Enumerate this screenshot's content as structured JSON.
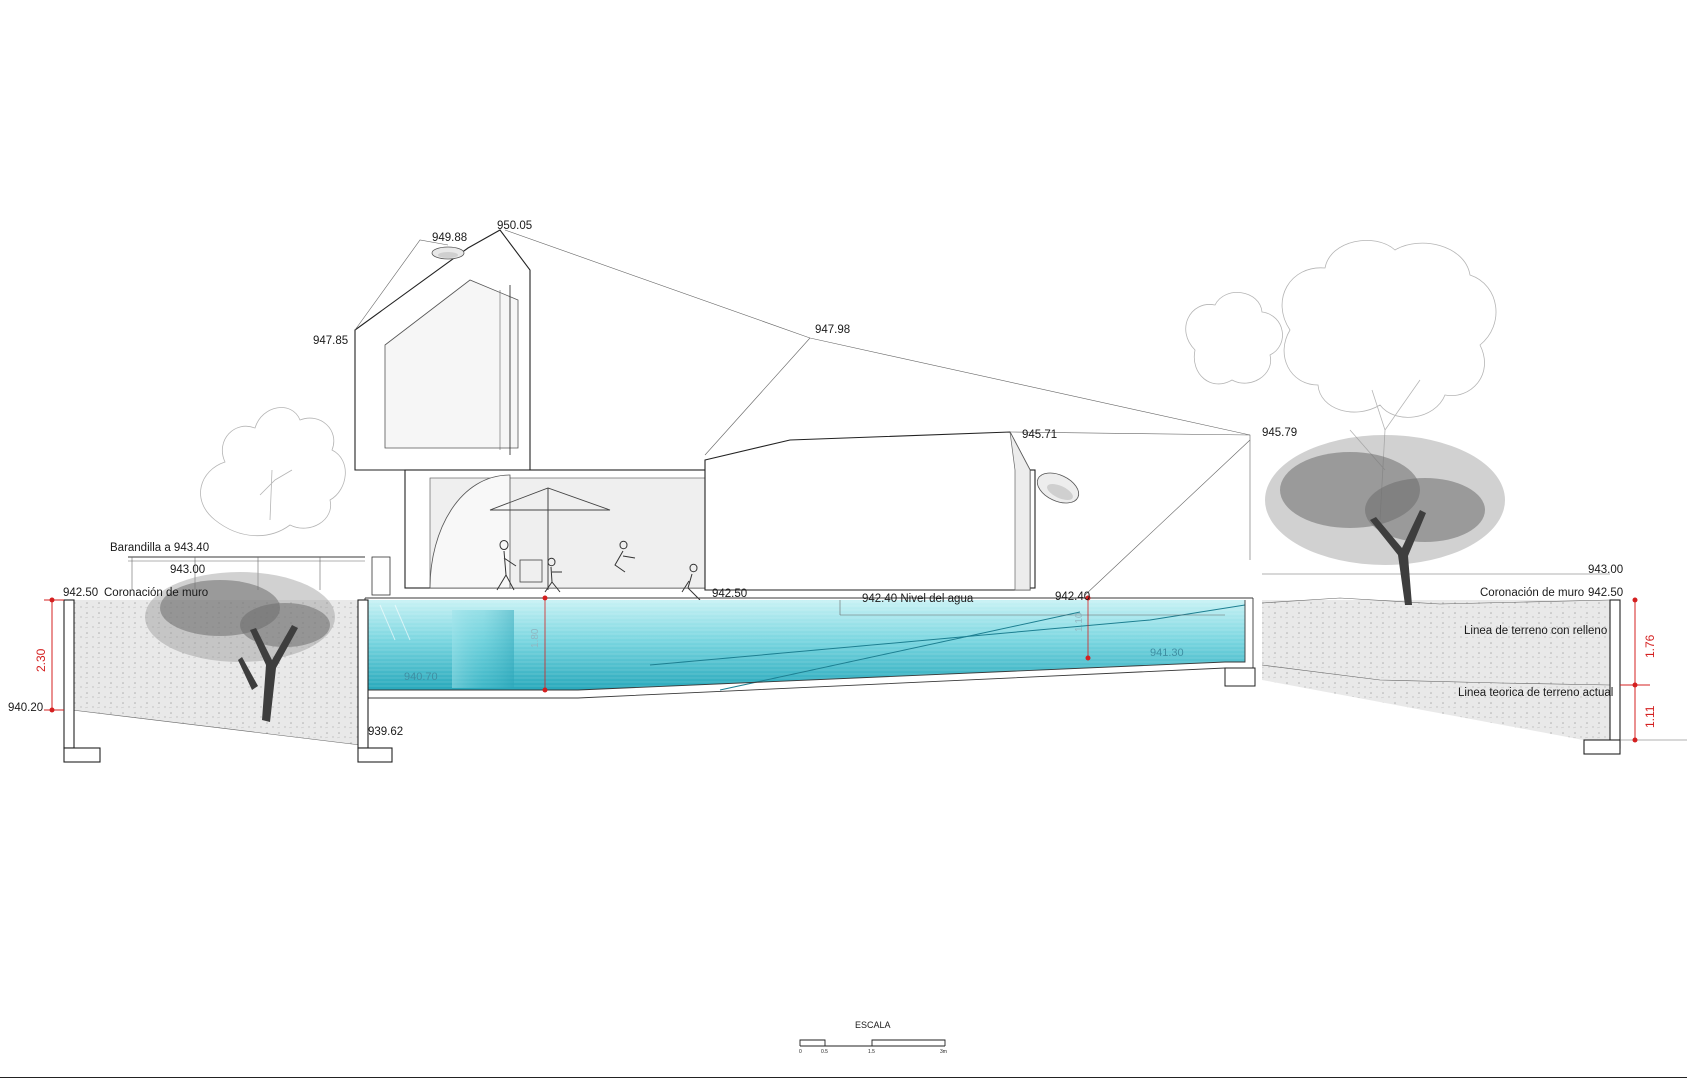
{
  "section_labels": {
    "top_ridge_left": "949.88",
    "top_ridge_right": "950.05",
    "upper_volume_eave": "947.85",
    "roof_mid": "947.98",
    "lower_roof_ridge": "945.71",
    "lower_roof_end": "945.79",
    "railing": "Barandilla a 943.40",
    "terrace_left": "943.00",
    "wall_top_left_level": "942.50",
    "wall_top_left_text": "Coronación de muro",
    "pool_deck": "942.50",
    "water_level": "942.40 Nivel del agua",
    "pool_edge_right": "942.40",
    "pool_floor_left": "940.70",
    "pool_floor_right": "941.30",
    "ground_left": "940.20",
    "footing_left": "939.62",
    "terrace_right": "943.00",
    "wall_top_right_level": "942.50",
    "wall_top_right_text": "Coronación de muro",
    "fill_line": "Linea de terreno con relleno",
    "natural_line": "Linea teorica de terreno actual",
    "pool_depth_left": "1.80",
    "pool_depth_right": "1.10"
  },
  "dimensions": {
    "left_height": "2.30",
    "right_upper": "1.76",
    "right_lower": "1.11"
  },
  "scale": {
    "title": "ESCALA",
    "ticks": [
      "0",
      "0.5",
      "1.5",
      "3m"
    ]
  },
  "colors": {
    "water_light": "#bfeef2",
    "water_mid": "#5cc9d6",
    "water_dark": "#1e9fb3",
    "dimension_red": "#d42020"
  }
}
